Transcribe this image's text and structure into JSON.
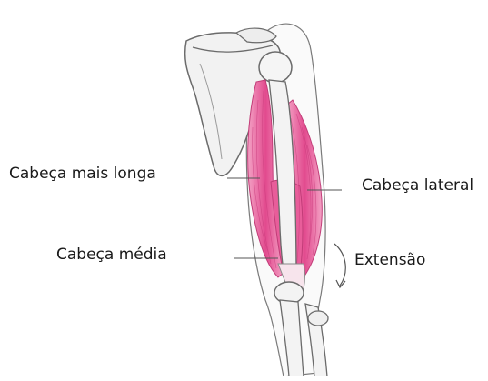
{
  "diagram": {
    "labels": {
      "long_head": "Cabeça mais longa",
      "lateral_head": "Cabeça lateral",
      "medial_head": "Cabeça média",
      "extension": "Extensão"
    },
    "colors": {
      "muscle": "#e0478c",
      "muscle_light": "#f4a8c8",
      "bone_fill": "#f4f4f4",
      "outline": "#6b6b6b",
      "leader_line": "#555555"
    },
    "icons": {
      "extension_arrow": "curved-arrow-down-icon"
    }
  }
}
